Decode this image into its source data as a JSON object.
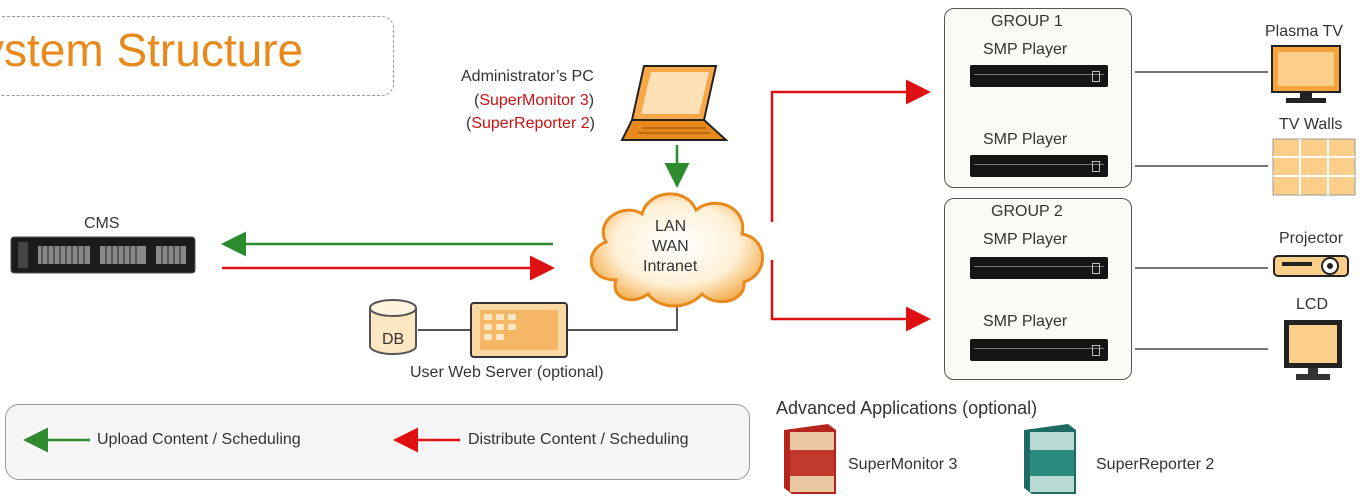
{
  "title": "ystem Structure",
  "admin": {
    "label": "Administrator’s PC",
    "app1": "SuperMonitor 3",
    "app2": "SuperReporter 2",
    "open": "(",
    "close": ")"
  },
  "cms": {
    "label": "CMS"
  },
  "network": {
    "line1": "LAN",
    "line2": "WAN",
    "line3": "Intranet"
  },
  "db": {
    "label": "DB"
  },
  "web_server": {
    "label": "User Web Server (optional)"
  },
  "groups": [
    {
      "label": "GROUP 1",
      "players": [
        "SMP Player",
        "SMP Player"
      ]
    },
    {
      "label": "GROUP 2",
      "players": [
        "SMP Player",
        "SMP Player"
      ]
    }
  ],
  "displays": [
    "Plasma TV",
    "TV Walls",
    "Projector",
    "LCD"
  ],
  "advanced": {
    "title": "Advanced Applications (optional)",
    "apps": [
      "SuperMonitor 3",
      "SuperReporter 2"
    ]
  },
  "legend": {
    "upload": "Upload Content / Scheduling",
    "distribute": "Distribute Content / Scheduling"
  },
  "colors": {
    "accent": "#e8891c",
    "upload": "#2d8a2d",
    "distribute": "#dd1111",
    "line": "#555555"
  }
}
